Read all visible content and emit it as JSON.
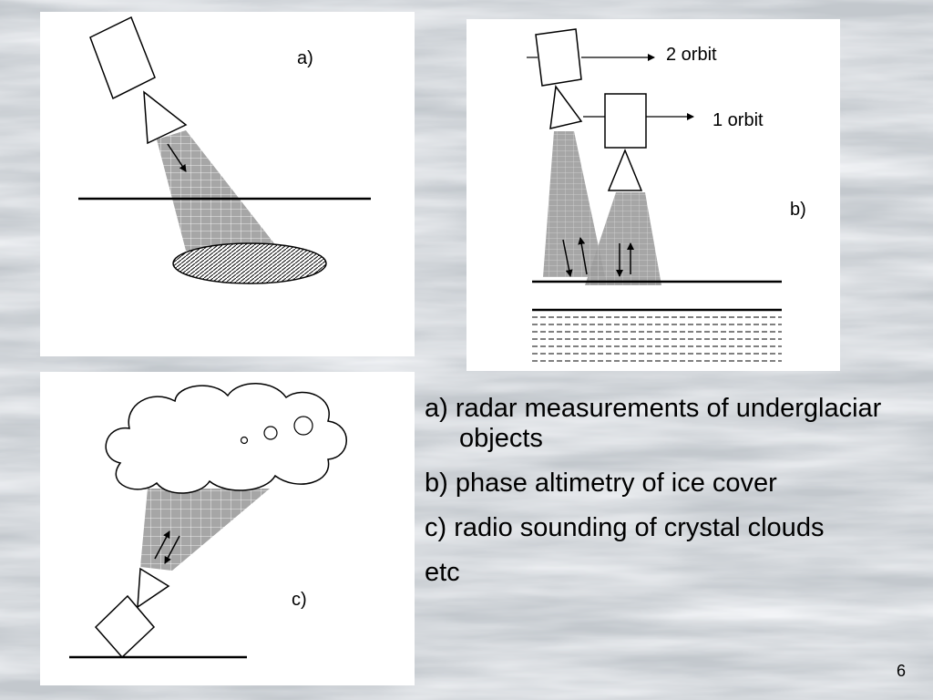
{
  "slide": {
    "number": "6"
  },
  "panels": {
    "a": {
      "label": "a)"
    },
    "b": {
      "label": "b)",
      "orbit2_label": "2 orbit",
      "orbit1_label": "1 orbit"
    },
    "c": {
      "label": "c)"
    }
  },
  "captions": [
    "a) radar measurements of underglaciar objects",
    "b) phase altimetry of ice cover",
    "c) radio sounding of crystal clouds",
    "etc"
  ]
}
